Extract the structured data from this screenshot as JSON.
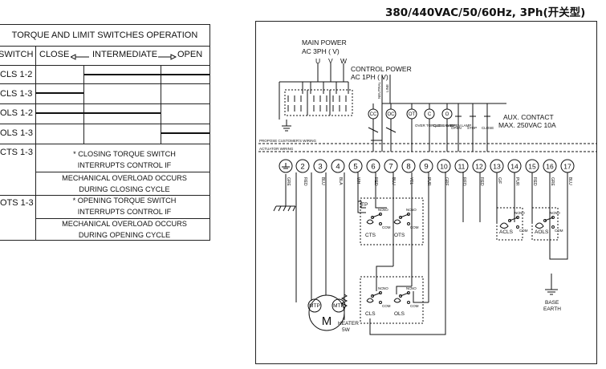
{
  "title": "380/440VAC/50/60Hz, 3Ph(开关型)",
  "table": {
    "header": "TORQUE AND LIMIT SWITCHES OPERATION",
    "switch_col": "SWITCH",
    "close_label": "CLOSE",
    "intermediate_label": "INTERMEDIATE",
    "open_label": "OPEN",
    "rows": [
      {
        "name": "CLS 1-2"
      },
      {
        "name": "CLS 1-3"
      },
      {
        "name": "OLS 1-2"
      },
      {
        "name": "OLS 1-3"
      }
    ],
    "cts_name": "CTS 1-3",
    "cts_note": [
      "* CLOSING TORQUE SWITCH",
      "INTERRUPTS CONTROL IF",
      "MECHANICAL OVERLOAD OCCURS",
      "DURING CLOSING CYCLE"
    ],
    "ots_name": "OTS 1-3",
    "ots_note": [
      "* OPENING TORQUE SWITCH",
      "INTERRUPTS CONTROL IF",
      "MECHANICAL OVERLOAD OCCURS",
      "DURING OPENING CYCLE"
    ]
  },
  "diagram": {
    "main_power": "MAIN POWER",
    "main_power_spec": "AC 3PH (  V)",
    "phases": [
      "U",
      "V",
      "W"
    ],
    "control_power": "CONTROL POWER",
    "control_power_spec": "AC 1PH (  V)",
    "neutral": "NEUTRAL",
    "line": "LINE",
    "lamps": [
      {
        "code": "CC",
        "label": ""
      },
      {
        "code": "OC",
        "label": ""
      },
      {
        "code": "OT",
        "label": "OVER TORQUE LAMP"
      },
      {
        "code": "C",
        "label": "CLOSE LAMP"
      },
      {
        "code": "O",
        "label": "OPEN LAMP"
      }
    ],
    "buttons": [
      "OPEN",
      "STOP",
      "CLOSE"
    ],
    "aux_contact": "AUX. CONTACT",
    "aux_spec": "MAX. 250VAC 10A",
    "propose_wiring": "PROPOSE CUSTOMER'S WIRING",
    "actuator_wiring": "ACTUATOR WIRING",
    "terminals": [
      "2",
      "3",
      "4",
      "5",
      "6",
      "7",
      "8",
      "9",
      "10",
      "11",
      "12",
      "13",
      "14",
      "15",
      "16",
      "17"
    ],
    "wire_colors": [
      "GRE",
      "RED",
      "BLU",
      "BLA",
      "WH",
      "RED",
      "BLU",
      "YEL",
      "PUR",
      "GRE",
      "RED",
      "RED",
      "G/F",
      "PUR",
      "RED",
      "GRE",
      "BLU"
    ],
    "switch_labels": [
      "CTS",
      "OTS",
      "CLS",
      "OLS",
      "ACLS",
      "AOLS"
    ],
    "tp_label": "TP",
    "motor_label": "M",
    "mtp_label": "MTP",
    "heater_label": "HEATER",
    "heater_power": "5W",
    "base_earth": [
      "BASE",
      "EARTH"
    ],
    "com_label": "COM",
    "nc_label": "NC",
    "no_label": "NO"
  }
}
